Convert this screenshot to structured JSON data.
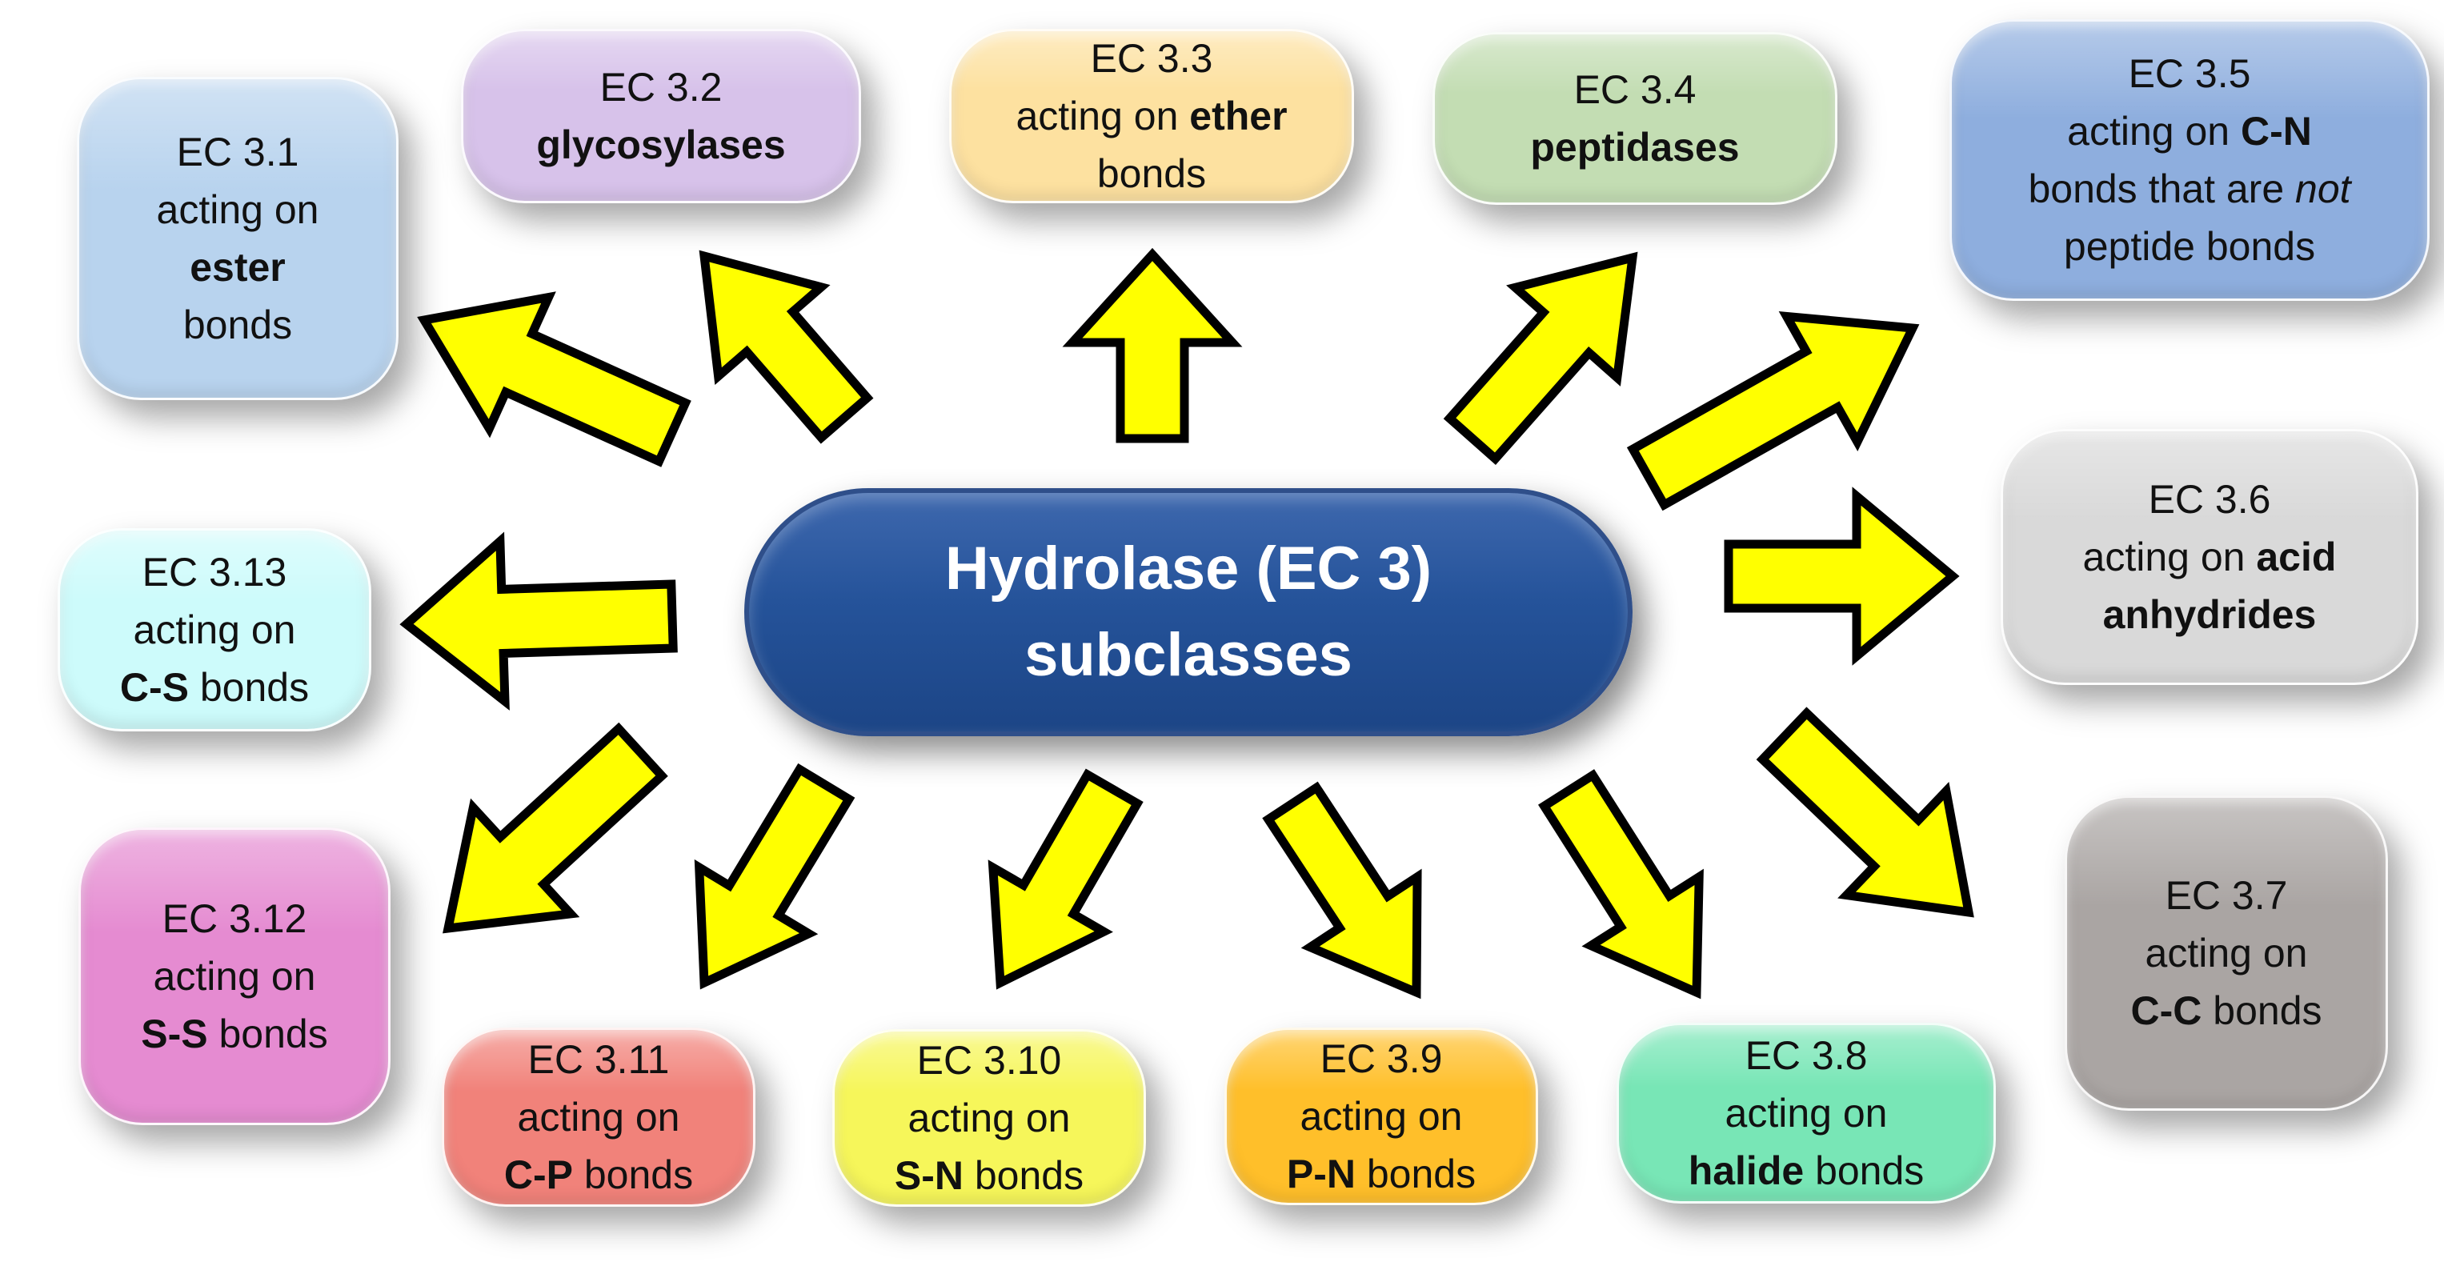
{
  "center": {
    "line1": "Hydrolase (EC 3)",
    "line2": "subclasses"
  },
  "subclasses": [
    {
      "id": "ec3-1",
      "color": "#b8d3ee",
      "lines": [
        [
          {
            "t": "EC 3.1"
          }
        ],
        [
          {
            "t": "acting on"
          }
        ],
        [
          {
            "t": "ester",
            "b": true
          }
        ],
        [
          {
            "t": "bonds"
          }
        ]
      ]
    },
    {
      "id": "ec3-2",
      "color": "#d7c2ea",
      "lines": [
        [
          {
            "t": "EC 3.2"
          }
        ],
        [
          {
            "t": "glycosylases",
            "b": true
          }
        ]
      ]
    },
    {
      "id": "ec3-3",
      "color": "#fde1a0",
      "lines": [
        [
          {
            "t": "EC 3.3"
          }
        ],
        [
          {
            "t": "acting on "
          },
          {
            "t": "ether",
            "b": true
          }
        ],
        [
          {
            "t": "bonds"
          }
        ]
      ]
    },
    {
      "id": "ec3-4",
      "color": "#c3ddb3",
      "lines": [
        [
          {
            "t": "EC 3.4"
          }
        ],
        [
          {
            "t": "peptidases",
            "b": true
          }
        ]
      ]
    },
    {
      "id": "ec3-5",
      "color": "#8eaede",
      "lines": [
        [
          {
            "t": "EC 3.5"
          }
        ],
        [
          {
            "t": "acting on "
          },
          {
            "t": "C-N",
            "b": true
          }
        ],
        [
          {
            "t": "bonds that are "
          },
          {
            "t": "not",
            "i": true
          }
        ],
        [
          {
            "t": "peptide bonds"
          }
        ]
      ]
    },
    {
      "id": "ec3-6",
      "color": "#d9d9d9",
      "lines": [
        [
          {
            "t": "EC 3.6"
          }
        ],
        [
          {
            "t": "acting on "
          },
          {
            "t": "acid",
            "b": true
          }
        ],
        [
          {
            "t": "anhydrides",
            "b": true
          }
        ]
      ]
    },
    {
      "id": "ec3-7",
      "color": "#aaa5a3",
      "lines": [
        [
          {
            "t": "EC 3.7"
          }
        ],
        [
          {
            "t": "acting on"
          }
        ],
        [
          {
            "t": "C-C",
            "b": true
          },
          {
            "t": " bonds"
          }
        ]
      ]
    },
    {
      "id": "ec3-8",
      "color": "#78e6b6",
      "lines": [
        [
          {
            "t": "EC 3.8"
          }
        ],
        [
          {
            "t": "acting on"
          }
        ],
        [
          {
            "t": "halide",
            "b": true
          },
          {
            "t": " bonds"
          }
        ]
      ]
    },
    {
      "id": "ec3-9",
      "color": "#ffbf2a",
      "lines": [
        [
          {
            "t": "EC 3.9"
          }
        ],
        [
          {
            "t": "acting on"
          }
        ],
        [
          {
            "t": "P-N",
            "b": true
          },
          {
            "t": " bonds"
          }
        ]
      ]
    },
    {
      "id": "ec3-10",
      "color": "#f6f65a",
      "lines": [
        [
          {
            "t": "EC 3.10"
          }
        ],
        [
          {
            "t": "acting on"
          }
        ],
        [
          {
            "t": "S-N",
            "b": true
          },
          {
            "t": " bonds"
          }
        ]
      ]
    },
    {
      "id": "ec3-11",
      "color": "#f1827a",
      "lines": [
        [
          {
            "t": "EC 3.11"
          }
        ],
        [
          {
            "t": "acting on"
          }
        ],
        [
          {
            "t": "C-P",
            "b": true
          },
          {
            "t": " bonds"
          }
        ]
      ]
    },
    {
      "id": "ec3-12",
      "color": "#e58bd1",
      "lines": [
        [
          {
            "t": "EC 3.12"
          }
        ],
        [
          {
            "t": "acting on"
          }
        ],
        [
          {
            "t": "S-S",
            "b": true
          },
          {
            "t": " bonds"
          }
        ]
      ]
    },
    {
      "id": "ec3-13",
      "color": "#cdfbfb",
      "lines": [
        [
          {
            "t": "EC 3.13"
          }
        ],
        [
          {
            "t": "acting on"
          }
        ],
        [
          {
            "t": "C-S",
            "b": true
          },
          {
            "t": " bonds"
          }
        ]
      ]
    }
  ],
  "arrow_style": {
    "fill": "#ffff00",
    "stroke": "#000000"
  }
}
